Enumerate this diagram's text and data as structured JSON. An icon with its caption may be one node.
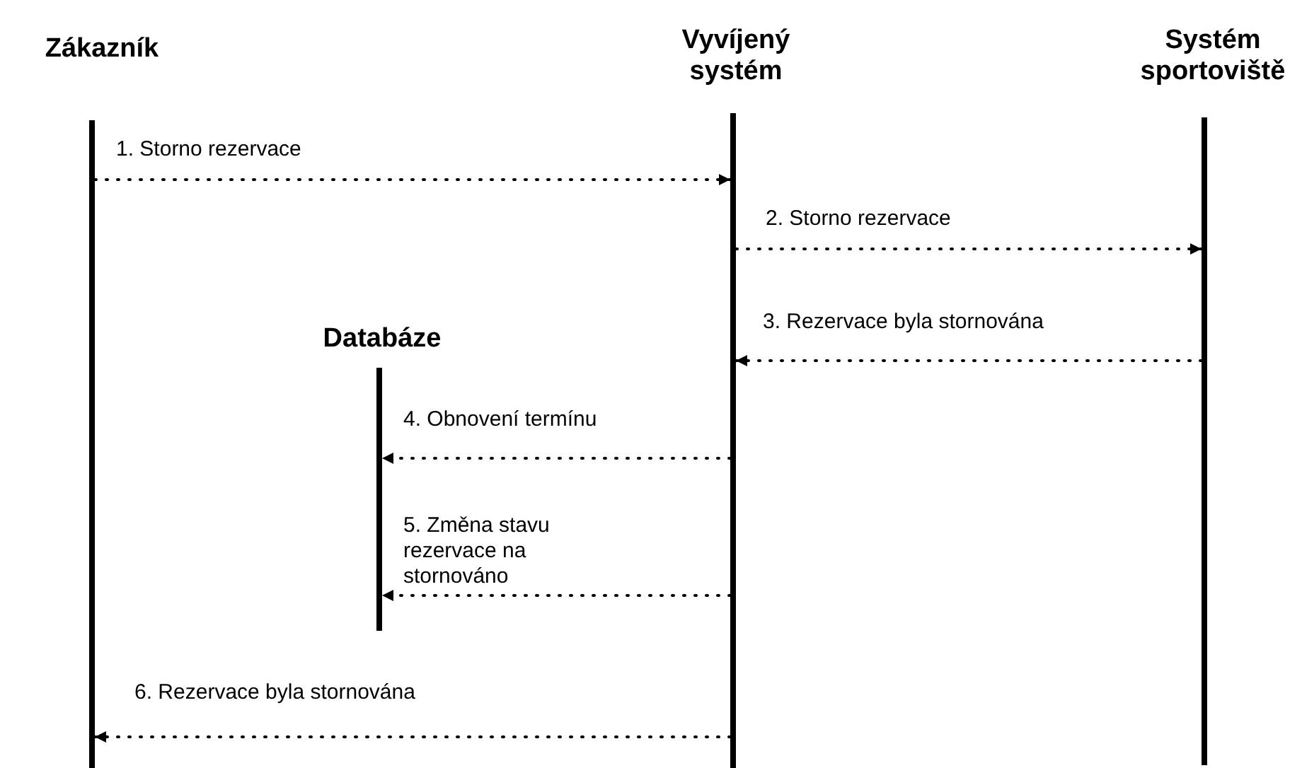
{
  "diagram": {
    "nodes": [
      {
        "text": [
          "Zákazník"
        ]
      },
      {
        "text": [
          "Vyvíjený systém"
        ]
      },
      {
        "text": [
          "Systém sportoviště"
        ]
      },
      {
        "text": [
          "Databáze"
        ]
      }
    ],
    "edges": [
      {
        "from": 0,
        "to": 1,
        "arrow": "to",
        "style": "dashed",
        "label": "1. Storno rezervace"
      },
      {
        "from": 1,
        "to": 2,
        "arrow": "to",
        "style": "dashed",
        "label": "2. Storno rezervace"
      },
      {
        "from": 2,
        "to": 1,
        "arrow": "to",
        "style": "dashed",
        "label": "3. Rezervace byla stornována"
      },
      {
        "from": 1,
        "to": 3,
        "arrow": "to",
        "style": "dashed",
        "label": "4. Obnovení termínu"
      },
      {
        "from": 1,
        "to": 3,
        "arrow": "to",
        "style": "dashed",
        "label": "5. Změna stavu rezervace na stornováno"
      },
      {
        "from": 1,
        "to": 0,
        "arrow": "to",
        "style": "dashed",
        "label": "6. Rezervace byla stornována"
      }
    ]
  }
}
